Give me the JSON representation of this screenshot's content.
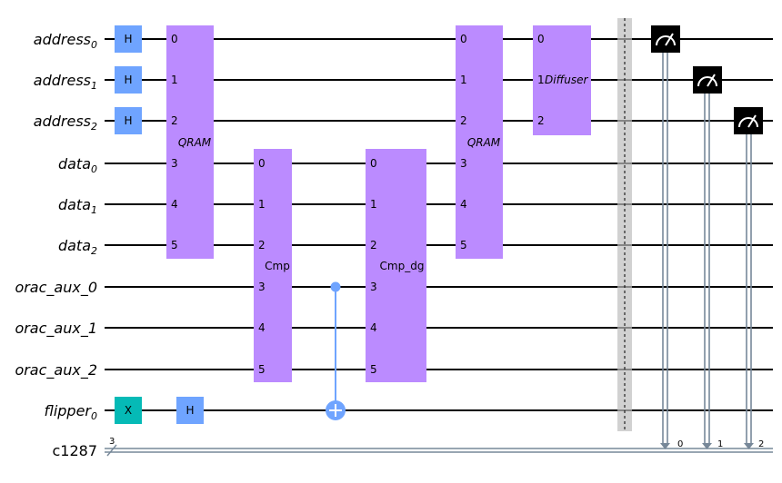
{
  "qubits": [
    {
      "name": "address",
      "sub": "0"
    },
    {
      "name": "address",
      "sub": "1"
    },
    {
      "name": "address",
      "sub": "2"
    },
    {
      "name": "data",
      "sub": "0"
    },
    {
      "name": "data",
      "sub": "1"
    },
    {
      "name": "data",
      "sub": "2"
    },
    {
      "name": "orac_aux_0",
      "sub": ""
    },
    {
      "name": "orac_aux_1",
      "sub": ""
    },
    {
      "name": "orac_aux_2",
      "sub": ""
    },
    {
      "name": "flipper",
      "sub": "0"
    }
  ],
  "classical": {
    "name": "c1287",
    "width_label": "3"
  },
  "gates": {
    "h": "H",
    "x": "X",
    "qram": "QRAM",
    "cmp": "Cmp",
    "cmp_dg": "Cmp_dg",
    "diffuser": "Diffuser"
  },
  "pin_labels": [
    "0",
    "1",
    "2",
    "3",
    "4",
    "5"
  ],
  "measure_bits": [
    "0",
    "1",
    "2"
  ],
  "colors": {
    "h_gate": "#6FA4FF",
    "x_gate": "#05BAB6",
    "custom_gate": "#BB8BFF",
    "classical_wire": "#778899",
    "barrier": "#BDBDBD"
  }
}
